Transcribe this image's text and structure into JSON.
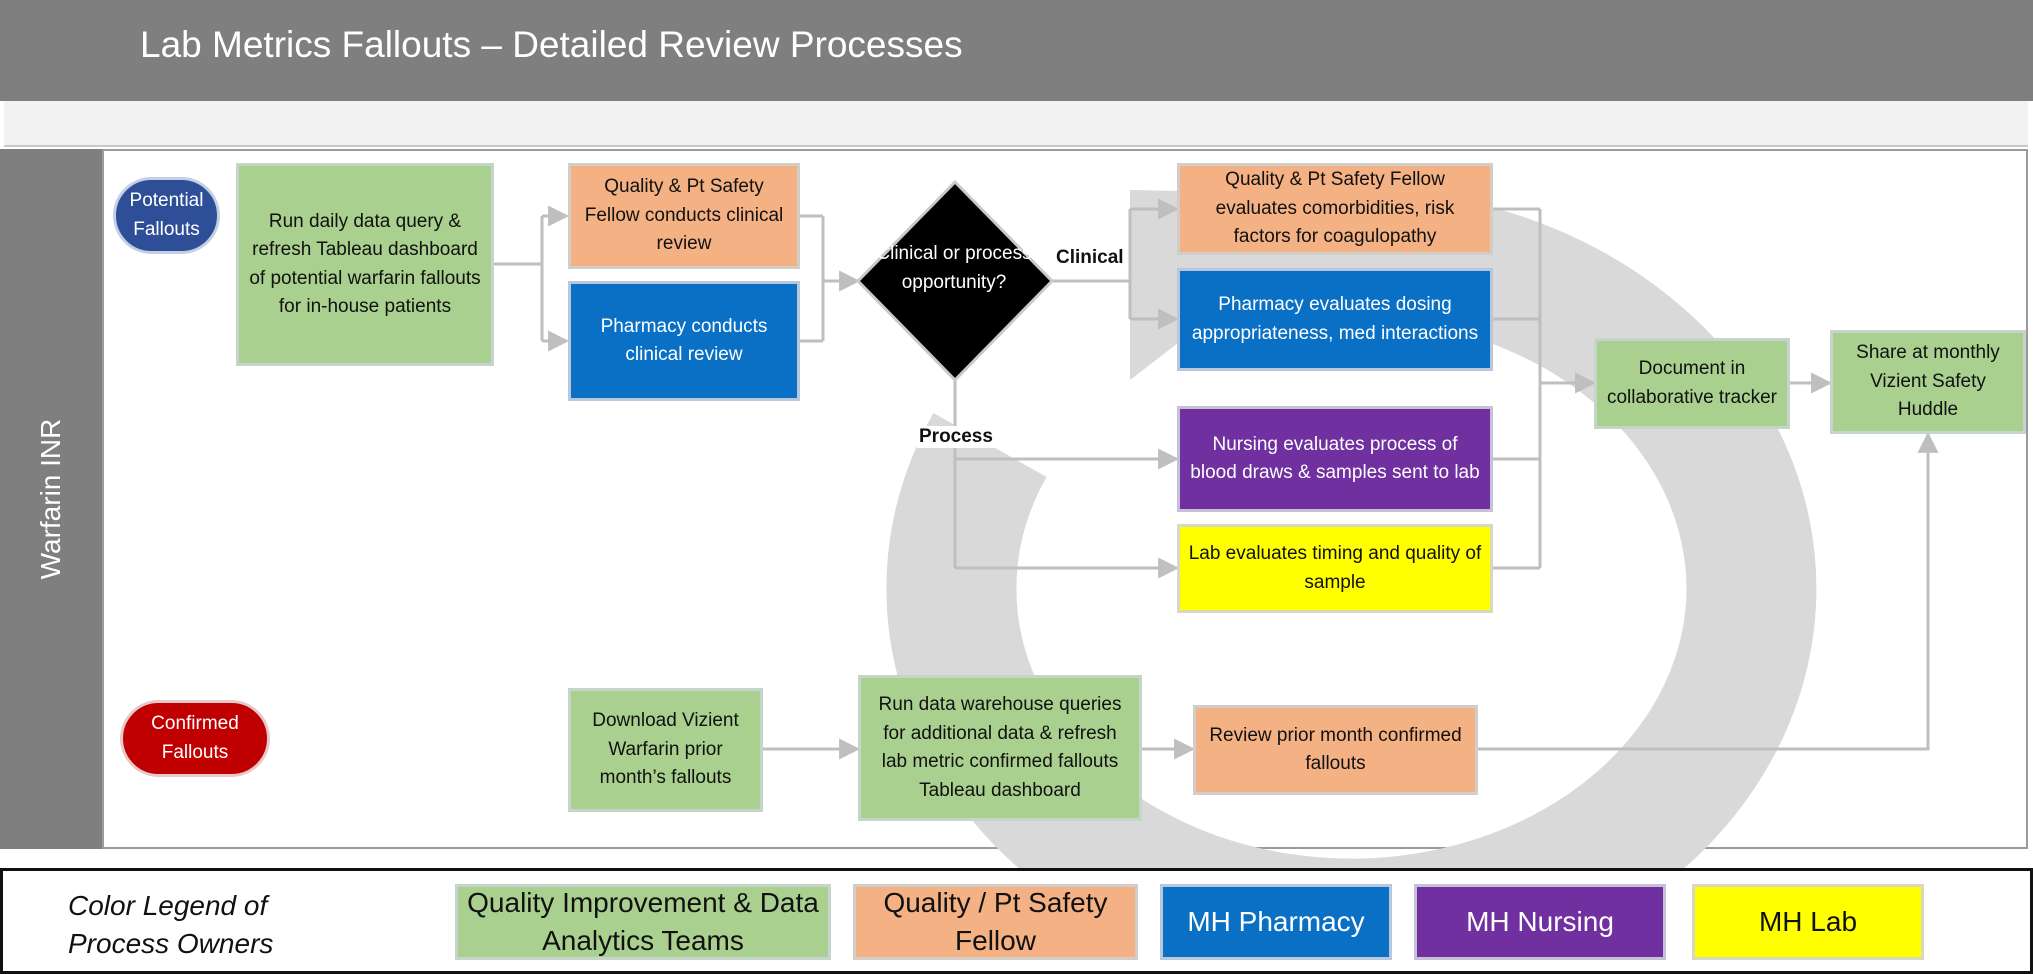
{
  "header": {
    "title": "Lab Metrics Fallouts – Detailed Review Processes"
  },
  "lane": {
    "label": "Warfarin INR"
  },
  "starts": {
    "potential": "Potential Fallouts",
    "confirmed": "Confirmed Fallouts"
  },
  "steps": {
    "run_query": "Run daily data query & refresh Tableau dashboard of potential warfarin fallouts for in-house patients",
    "qps_review": "Quality & Pt Safety Fellow conducts clinical review",
    "pharm_review": "Pharmacy conducts clinical review",
    "decision": "Clinical or process opportunity?",
    "qps_eval": "Quality & Pt Safety Fellow evaluates comorbidities, risk factors for coagulopathy",
    "pharm_eval": "Pharmacy evaluates dosing appropriateness, med interactions",
    "nursing_eval": "Nursing evaluates process of blood draws & samples sent to lab",
    "lab_eval": "Lab evaluates timing and quality of sample",
    "document": "Document in collaborative tracker",
    "share": "Share at monthly Vizient Safety Huddle",
    "download": "Download Vizient Warfarin prior month’s fallouts",
    "warehouse": "Run data warehouse queries for additional data & refresh lab metric confirmed fallouts Tableau dashboard",
    "review_prior": "Review prior month confirmed fallouts"
  },
  "edge_labels": {
    "clinical": "Clinical",
    "process": "Process"
  },
  "legend": {
    "title": "Color Legend of Process Owners",
    "items": [
      {
        "label": "Quality Improvement & Data Analytics Teams",
        "color": "#a9d08e"
      },
      {
        "label": "Quality / Pt Safety Fellow",
        "color": "#f4b183"
      },
      {
        "label": "MH Pharmacy",
        "color": "#0a70c6"
      },
      {
        "label": "MH Nursing",
        "color": "#7030a0"
      },
      {
        "label": "MH Lab",
        "color": "#ffff00"
      }
    ]
  },
  "colors": {
    "header": "#7f7f7f",
    "green": "#a9d08e",
    "orange": "#f4b183",
    "blue": "#0a70c6",
    "purple": "#7030a0",
    "yellow": "#ffff00",
    "potential_start": "#2e4f98",
    "confirmed_start": "#c00000",
    "decision": "#000000"
  }
}
